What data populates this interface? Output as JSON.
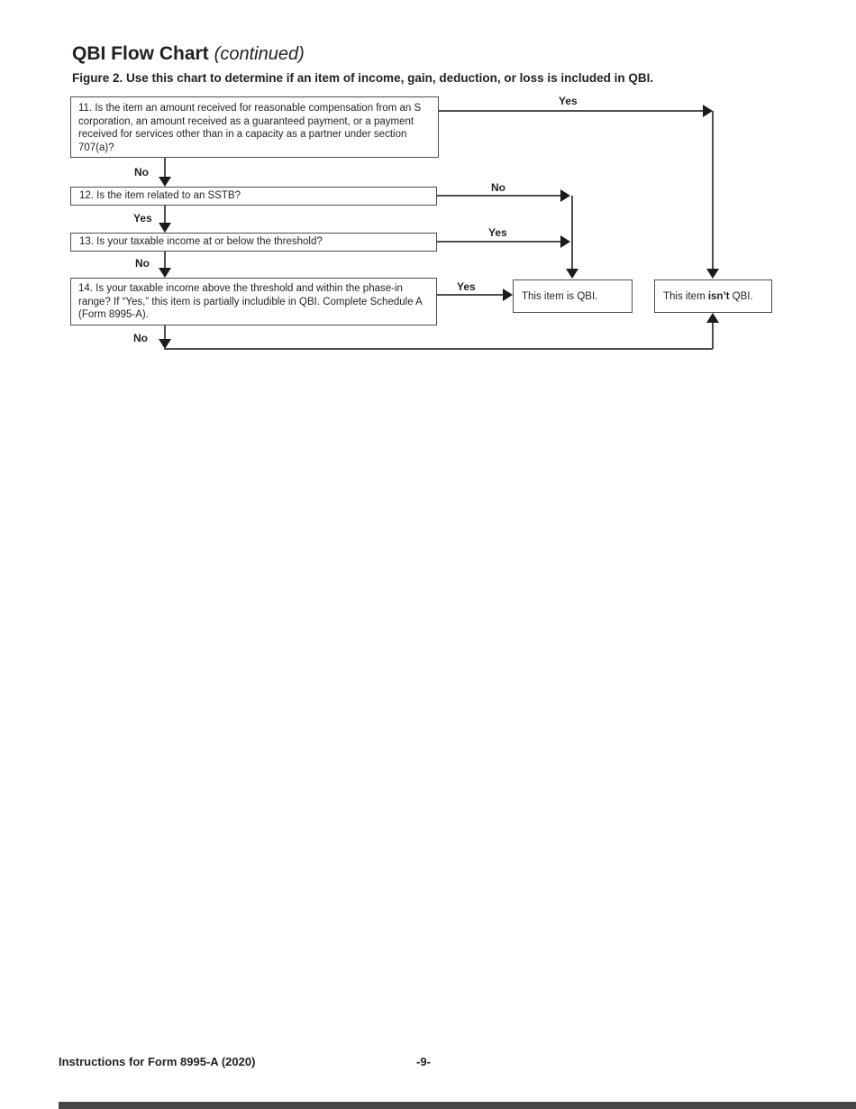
{
  "page": {
    "title_bold": "QBI Flow Chart",
    "title_italic": "(continued)",
    "figure_caption": "Figure 2. Use this chart to determine if an item of income, gain, deduction, or loss is included in QBI.",
    "footer_left": "Instructions for Form 8995-A (2020)",
    "footer_page": "-9-"
  },
  "flowchart": {
    "boxes": {
      "q11": "11. Is the item an amount received for reasonable compensation from an S corporation, an amount received as a guaranteed payment, or a payment received for services other than in a capacity as a partner under section 707(a)?",
      "q12": "12. Is the item related to an SSTB?",
      "q13": "13. Is your taxable income at or below the threshold?",
      "q14": "14. Is your taxable income above the threshold and within the phase-in range? If “Yes,” this item is partially includible in QBI. Complete Schedule A (Form 8995-A).",
      "result_qbi": "This item is QBI.",
      "result_not_qbi_prefix": "This item ",
      "result_not_qbi_bold": "isn’t",
      "result_not_qbi_suffix": " QBI."
    },
    "labels": {
      "q11_yes": "Yes",
      "q11_no": "No",
      "q12_no": "No",
      "q12_yes": "Yes",
      "q13_yes": "Yes",
      "q13_no": "No",
      "q14_yes": "Yes",
      "q14_no": "No"
    },
    "colors": {
      "box_border": "#4c4e50",
      "line": "#4c4e50",
      "arrow": "#1c1c1e",
      "text": "#231f20",
      "bottom_bar": "#464646"
    }
  }
}
